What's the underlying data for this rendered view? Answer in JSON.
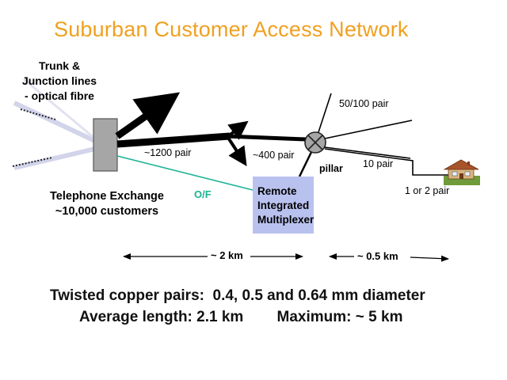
{
  "title": "Suburban Customer Access Network",
  "trunk_label": [
    "Trunk &",
    "Junction lines",
    "- optical fibre"
  ],
  "exchange_label": [
    "Telephone Exchange",
    "~10,000 customers"
  ],
  "of_label": "O/F",
  "cable_labels": {
    "main": "~1200 pair",
    "branch": "~400 pair",
    "distribution": "50/100 pair",
    "drop_group": "10 pair",
    "pillar": "pillar",
    "final_drop": "1 or 2  pair"
  },
  "rim_label": [
    "Remote",
    "Integrated",
    "Multiplexer"
  ],
  "distances": {
    "exchange_to_pillar": "~ 2 km",
    "pillar_to_customer": "~ 0.5 km"
  },
  "footer": {
    "line1": "Twisted copper pairs:  0.4, 0.5 and 0.64 mm diameter",
    "line2": "Average length: 2.1 km        Maximum: ~ 5 km"
  },
  "colors": {
    "title": "#f0a020",
    "optical_fibre": "#1ab394",
    "exchange_box": "#a6a6a6",
    "rim_box": "#b9c2ef",
    "fibre_lines": "#c8cbe6"
  },
  "icons": {
    "customer": "house-icon",
    "pillar": "pillar-cross-icon"
  }
}
